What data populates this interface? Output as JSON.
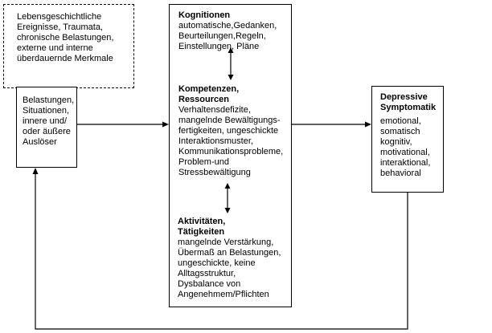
{
  "external_factors": "Lebensgeschichtliche\nEreignisse, Traumata,\nchronische Belastungen,\nexterne und interne\nüberdauernde Merkmale",
  "triggers": "Belastungen,\nSituationen,\ninnere und/\noder äußere\nAuslöser",
  "cognitions": {
    "title": "Kognitionen",
    "body": "automatische,Gedanken,\nBeurteilungen,Regeln,\nEinstellungen, Pläne"
  },
  "competences": {
    "title": "Kompetenzen,\nRessourcen",
    "body": "Verhaltensdefizite,\nmangelnde Bewältigungs-\nfertigkeiten, ungeschickte\nInteraktionsmuster,\nKommunikationsprobleme,\nProblem-und\nStressbewältigung"
  },
  "activities": {
    "title": "Aktivitäten,\nTätigkeiten",
    "body": "mangelnde Verstärkung,\nÜbermaß an Belastungen,\nungeschickte, keine\nAlltagsstruktur,\nDysbalance von\nAngenehmem/Pflichten"
  },
  "depressive": {
    "title": "Depressive\nSymptomatik",
    "body": "emotional,\nsomatisch\nkognitiv,\nmotivational,\ninteraktional,\nbehavioral"
  }
}
